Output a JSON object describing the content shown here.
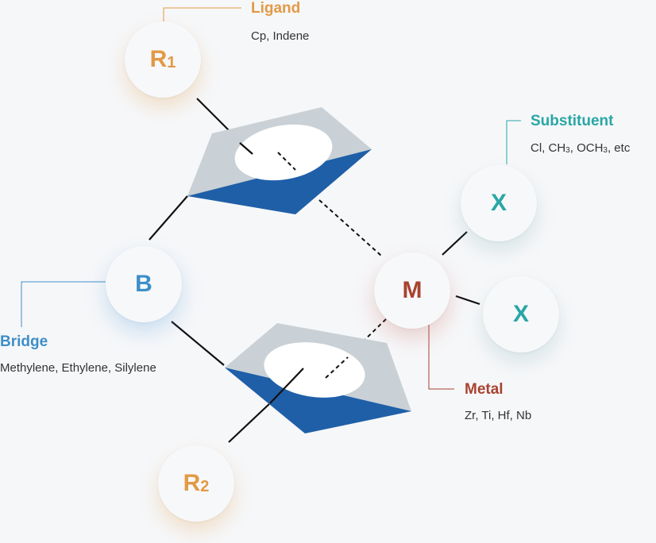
{
  "colors": {
    "ligand": "#e29a45",
    "bridge": "#3d8ec9",
    "substituent": "#2aa6a6",
    "metal": "#a8432f",
    "ring_top": "#c9d1d6",
    "ring_side": "#1f5fa8"
  },
  "nodes": {
    "r1": {
      "letter": "R",
      "subscript": "1"
    },
    "r2": {
      "letter": "R",
      "subscript": "2"
    },
    "bridge": {
      "letter": "B"
    },
    "metal": {
      "letter": "M"
    },
    "x_top": {
      "letter": "X"
    },
    "x_bottom": {
      "letter": "X"
    }
  },
  "labels": {
    "ligand": {
      "title": "Ligand",
      "description": "Cp, Indene"
    },
    "substituent": {
      "title": "Substituent",
      "description_parts": [
        "Cl, CH",
        "3",
        ", OCH",
        "3",
        ", etc"
      ]
    },
    "bridge": {
      "title": "Bridge",
      "description": "Methylene, Ethylene, Silylene"
    },
    "metal": {
      "title": "Metal",
      "description": "Zr, Ti, Hf, Nb"
    }
  }
}
